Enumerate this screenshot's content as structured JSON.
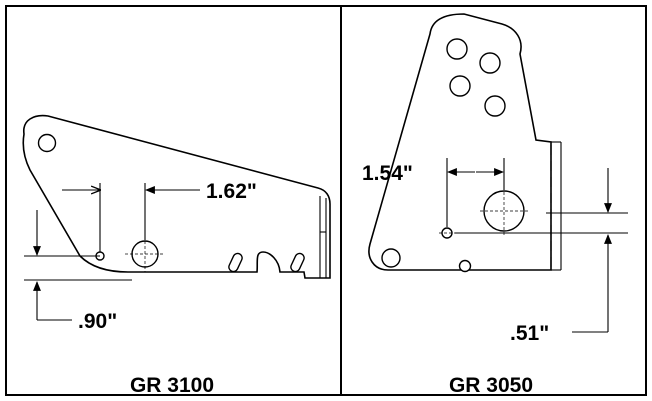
{
  "left_panel": {
    "caption": "GR 3100",
    "dim_horizontal": "1.62\"",
    "dim_vertical": ".90\""
  },
  "right_panel": {
    "caption": "GR 3050",
    "dim_horizontal": "1.54\"",
    "dim_vertical": ".51\""
  }
}
